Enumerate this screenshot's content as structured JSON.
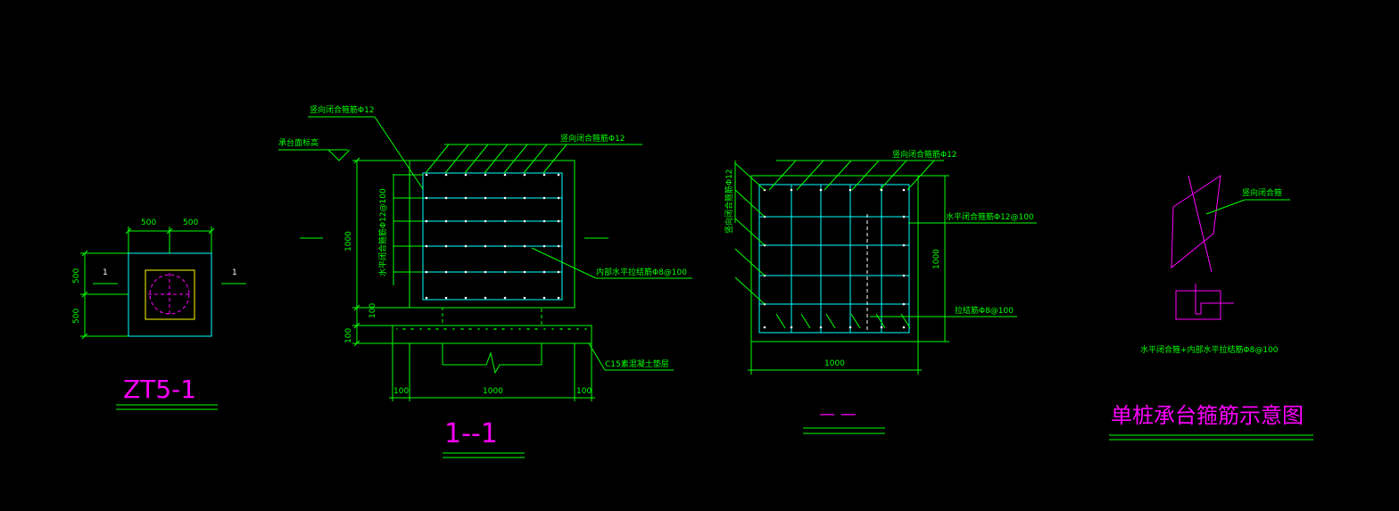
{
  "colors": {
    "background": "#000000",
    "green": "#00ff00",
    "cyan": "#00ffff",
    "magenta": "#ff00ff",
    "yellow": "#ffff00",
    "white": "#ffffff"
  },
  "plan": {
    "dim_top_left": "500",
    "dim_top_right": "500",
    "dim_left_top": "500",
    "dim_left_bottom": "500",
    "section_mark_left": "1",
    "section_mark_right": "1",
    "title": "ZT5-1"
  },
  "section": {
    "label_vertical_stirrup": "竖向闭合箍筋Φ12",
    "label_top_of_cap": "承台面标高",
    "label_vertical_stirrup_top": "竖向闭合箍筋Φ12",
    "label_horizontal_stirrup": "水平闭合箍筋Φ12@100",
    "label_inner_tie": "内部水平拉结筋Φ8@100",
    "dim_height": "1000",
    "dim_bottom_100a": "100",
    "dim_bottom_100b": "100",
    "dim_width_left": "100",
    "dim_width_mid": "1000",
    "dim_width_right": "100",
    "label_cushion": "C15素混凝土垫层",
    "title": "1--1"
  },
  "plan2": {
    "label_vertical_top": "竖向闭合箍筋Φ12",
    "label_vertical_left": "竖向闭合箍筋Φ12",
    "label_horizontal": "水平闭合箍筋Φ12@100",
    "label_tie": "拉结筋Φ8@100",
    "dim_right": "1000",
    "dim_bottom": "1000",
    "title": "— —"
  },
  "schematic": {
    "label_vertical": "竖向闭合箍",
    "label_bottom": "水平闭合箍+内部水平拉结筋Φ8@100",
    "title": "单桩承台箍筋示意图"
  }
}
